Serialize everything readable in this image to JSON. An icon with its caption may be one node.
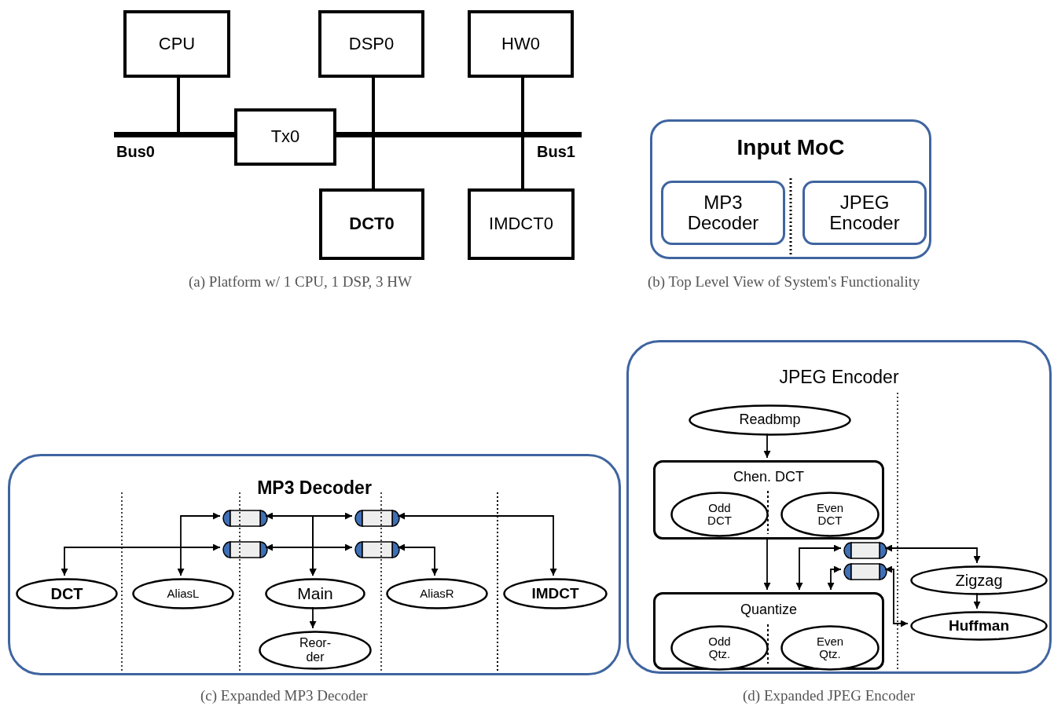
{
  "diagram": {
    "nodes": [
      {
        "text": [
          "CPU"
        ]
      },
      {
        "text": [
          "DSP0"
        ]
      },
      {
        "text": [
          "HW0"
        ]
      },
      {
        "text": [
          "Tx0"
        ]
      },
      {
        "text": [
          "DCT0"
        ]
      },
      {
        "text": [
          "IMDCT0"
        ]
      },
      {
        "text": [],
        "shape": "bar",
        "beside": [
          "Bus0"
        ]
      },
      {
        "text": [],
        "shape": "bar",
        "beside": [
          "Bus1"
        ]
      },
      {
        "text": [
          "Input MoC"
        ]
      },
      {
        "text": [
          "MP3 Decoder"
        ],
        "in": 8
      },
      {
        "text": [
          "JPEG Encoder"
        ],
        "in": 8
      },
      {
        "text": [
          "MP3 Decoder"
        ]
      },
      {
        "text": [
          "DCT"
        ],
        "in": 11
      },
      {
        "text": [
          "AliasL"
        ],
        "in": 11
      },
      {
        "text": [
          "Main"
        ],
        "in": 11
      },
      {
        "text": [
          "AliasR"
        ],
        "in": 11
      },
      {
        "text": [
          "IMDCT"
        ],
        "in": 11
      },
      {
        "text": [
          "Reor- der"
        ],
        "in": 11
      },
      {
        "text": [],
        "shape": "box",
        "in": 11
      },
      {
        "text": [],
        "shape": "box",
        "in": 11
      },
      {
        "text": [],
        "shape": "box",
        "in": 11
      },
      {
        "text": [],
        "shape": "box",
        "in": 11
      },
      {
        "text": [
          "JPEG Encoder"
        ]
      },
      {
        "text": [
          "Readbmp"
        ],
        "in": 22
      },
      {
        "text": [
          "Chen. DCT"
        ],
        "in": 22
      },
      {
        "text": [
          "Odd DCT"
        ],
        "in": 24
      },
      {
        "text": [
          "Even DCT"
        ],
        "in": 24
      },
      {
        "text": [
          "Quantize"
        ],
        "in": 22
      },
      {
        "text": [
          "Odd Qtz."
        ],
        "in": 27
      },
      {
        "text": [
          "Even Qtz."
        ],
        "in": 27
      },
      {
        "text": [
          "Zigzag"
        ],
        "in": 22
      },
      {
        "text": [
          "Huffman"
        ],
        "in": 22
      },
      {
        "text": [],
        "shape": "box",
        "in": 22
      },
      {
        "text": [],
        "shape": "box",
        "in": 22
      }
    ],
    "edges": [
      {
        "from": 0,
        "to": 6,
        "arrow": "none",
        "style": "thick"
      },
      {
        "from": 1,
        "to": 7,
        "arrow": "none",
        "style": "thick"
      },
      {
        "from": 7,
        "to": 4,
        "arrow": "none",
        "style": "thick"
      },
      {
        "from": 2,
        "to": 7,
        "arrow": "none",
        "style": "thick"
      },
      {
        "from": 7,
        "to": 5,
        "arrow": "none",
        "style": "thick"
      },
      {
        "from": 18,
        "to": 13,
        "arrow": "both"
      },
      {
        "from": 14,
        "to": 18,
        "arrow": "both"
      },
      {
        "from": 14,
        "to": 19,
        "arrow": "both"
      },
      {
        "from": 19,
        "to": 16,
        "arrow": "both"
      },
      {
        "from": 20,
        "to": 12,
        "arrow": "both"
      },
      {
        "from": 14,
        "to": 20,
        "arrow": "both"
      },
      {
        "from": 14,
        "to": 21,
        "arrow": "both"
      },
      {
        "from": 21,
        "to": 15,
        "arrow": "both"
      },
      {
        "from": 14,
        "to": 17,
        "arrow": "to"
      },
      {
        "from": 23,
        "to": 24,
        "arrow": "to"
      },
      {
        "from": 24,
        "to": 27,
        "arrow": "to"
      },
      {
        "from": 27,
        "to": 32,
        "arrow": "both"
      },
      {
        "from": 27,
        "to": 33,
        "arrow": "both"
      },
      {
        "from": 32,
        "to": 30,
        "arrow": "both"
      },
      {
        "from": 33,
        "to": 31,
        "arrow": "both"
      },
      {
        "from": 30,
        "to": 31,
        "arrow": "to"
      }
    ],
    "labels": [
      "(a) Platform w/ 1 CPU, 1 DSP, 3 HW",
      "(b) Top Level View of System's Functionality",
      "(c) Expanded MP3 Decoder",
      "(d) Expanded JPEG Encoder"
    ]
  }
}
